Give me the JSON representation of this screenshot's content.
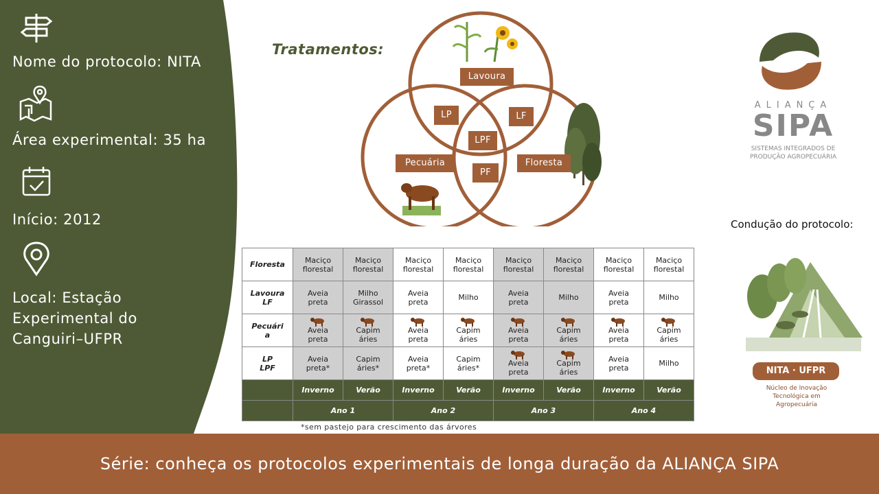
{
  "sidebar": {
    "protocol": "Nome do protocolo: NITA",
    "area": "Área experimental: 35 ha",
    "start": "Início: 2012",
    "location_line1": "Local: Estação",
    "location_line2": "Experimental do",
    "location_line3": "Canguiri–UFPR",
    "icons": [
      "signpost-icon",
      "map-pin-area-icon",
      "calendar-check-icon",
      "location-pin-icon"
    ]
  },
  "treatments": {
    "title": "Tratamentos:",
    "venn": {
      "lavoura": "Lavoura",
      "pecuaria": "Pecuária",
      "floresta": "Floresta",
      "lp": "LP",
      "lf": "LF",
      "pf": "PF",
      "lpf": "LPF"
    }
  },
  "logos": {
    "sipa_small": "ALIANÇA",
    "sipa_big": "SIPA",
    "sipa_sub1": "SISTEMAS INTEGRADOS DE",
    "sipa_sub2": "PRODUÇÃO AGROPECUÁRIA",
    "conducao": "Condução do protocolo:",
    "nita_badge": "NITA · UFPR",
    "nita_sub1": "Núcleo de Inovação",
    "nita_sub2": "Tecnológica em",
    "nita_sub3": "Agropecuária"
  },
  "table": {
    "row_headers": {
      "floresta": "Floresta",
      "lavoura_1": "Lavoura",
      "lavoura_2": "LF",
      "pecuaria_1": "Pecuári",
      "pecuaria_2": "a",
      "lp_1": "LP",
      "lp_2": "LPF"
    },
    "floresta": [
      [
        "Maciço",
        "florestal"
      ],
      [
        "Maciço",
        "florestal"
      ],
      [
        "Maciço",
        "florestal"
      ],
      [
        "Maciço",
        "florestal"
      ],
      [
        "Maciço",
        "florestal"
      ],
      [
        "Maciço",
        "florestal"
      ],
      [
        "Maciço",
        "florestal"
      ],
      [
        "Maciço",
        "florestal"
      ]
    ],
    "lavoura": [
      [
        "Aveia",
        "preta"
      ],
      [
        "Milho",
        "Girassol"
      ],
      [
        "Aveia",
        "preta"
      ],
      [
        "Milho",
        ""
      ],
      [
        "Aveia",
        "preta"
      ],
      [
        "Milho",
        ""
      ],
      [
        "Aveia",
        "preta"
      ],
      [
        "Milho",
        ""
      ]
    ],
    "pecuaria": [
      [
        "Aveia",
        "preta"
      ],
      [
        "Capim",
        "áries"
      ],
      [
        "Aveia",
        "preta"
      ],
      [
        "Capim",
        "áries"
      ],
      [
        "Aveia",
        "preta"
      ],
      [
        "Capim",
        "áries"
      ],
      [
        "Aveia",
        "preta"
      ],
      [
        "Capim",
        "áries"
      ]
    ],
    "lp": [
      [
        "Aveia",
        "preta*"
      ],
      [
        "Capim",
        "áries*"
      ],
      [
        "Aveia",
        "preta*"
      ],
      [
        "Capim",
        "áries*"
      ],
      [
        "Aveia",
        "preta"
      ],
      [
        "Capim",
        "áries"
      ],
      [
        "Aveia",
        "preta"
      ],
      [
        "Milho",
        ""
      ]
    ],
    "seasons": [
      "Inverno",
      "Verão",
      "Inverno",
      "Verão",
      "Inverno",
      "Verão",
      "Inverno",
      "Verão"
    ],
    "years": [
      "Ano 1",
      "Ano 2",
      "Ano 3",
      "Ano 4"
    ],
    "footnote": "*sem pastejo para crescimento das árvores"
  },
  "footer": {
    "text": "Série: conheça os protocolos experimentais de longa duração da ALIANÇA SIPA"
  },
  "colors": {
    "olive": "#4e5a35",
    "brown": "#a15f38",
    "gray_cell": "#d0cfd0"
  }
}
